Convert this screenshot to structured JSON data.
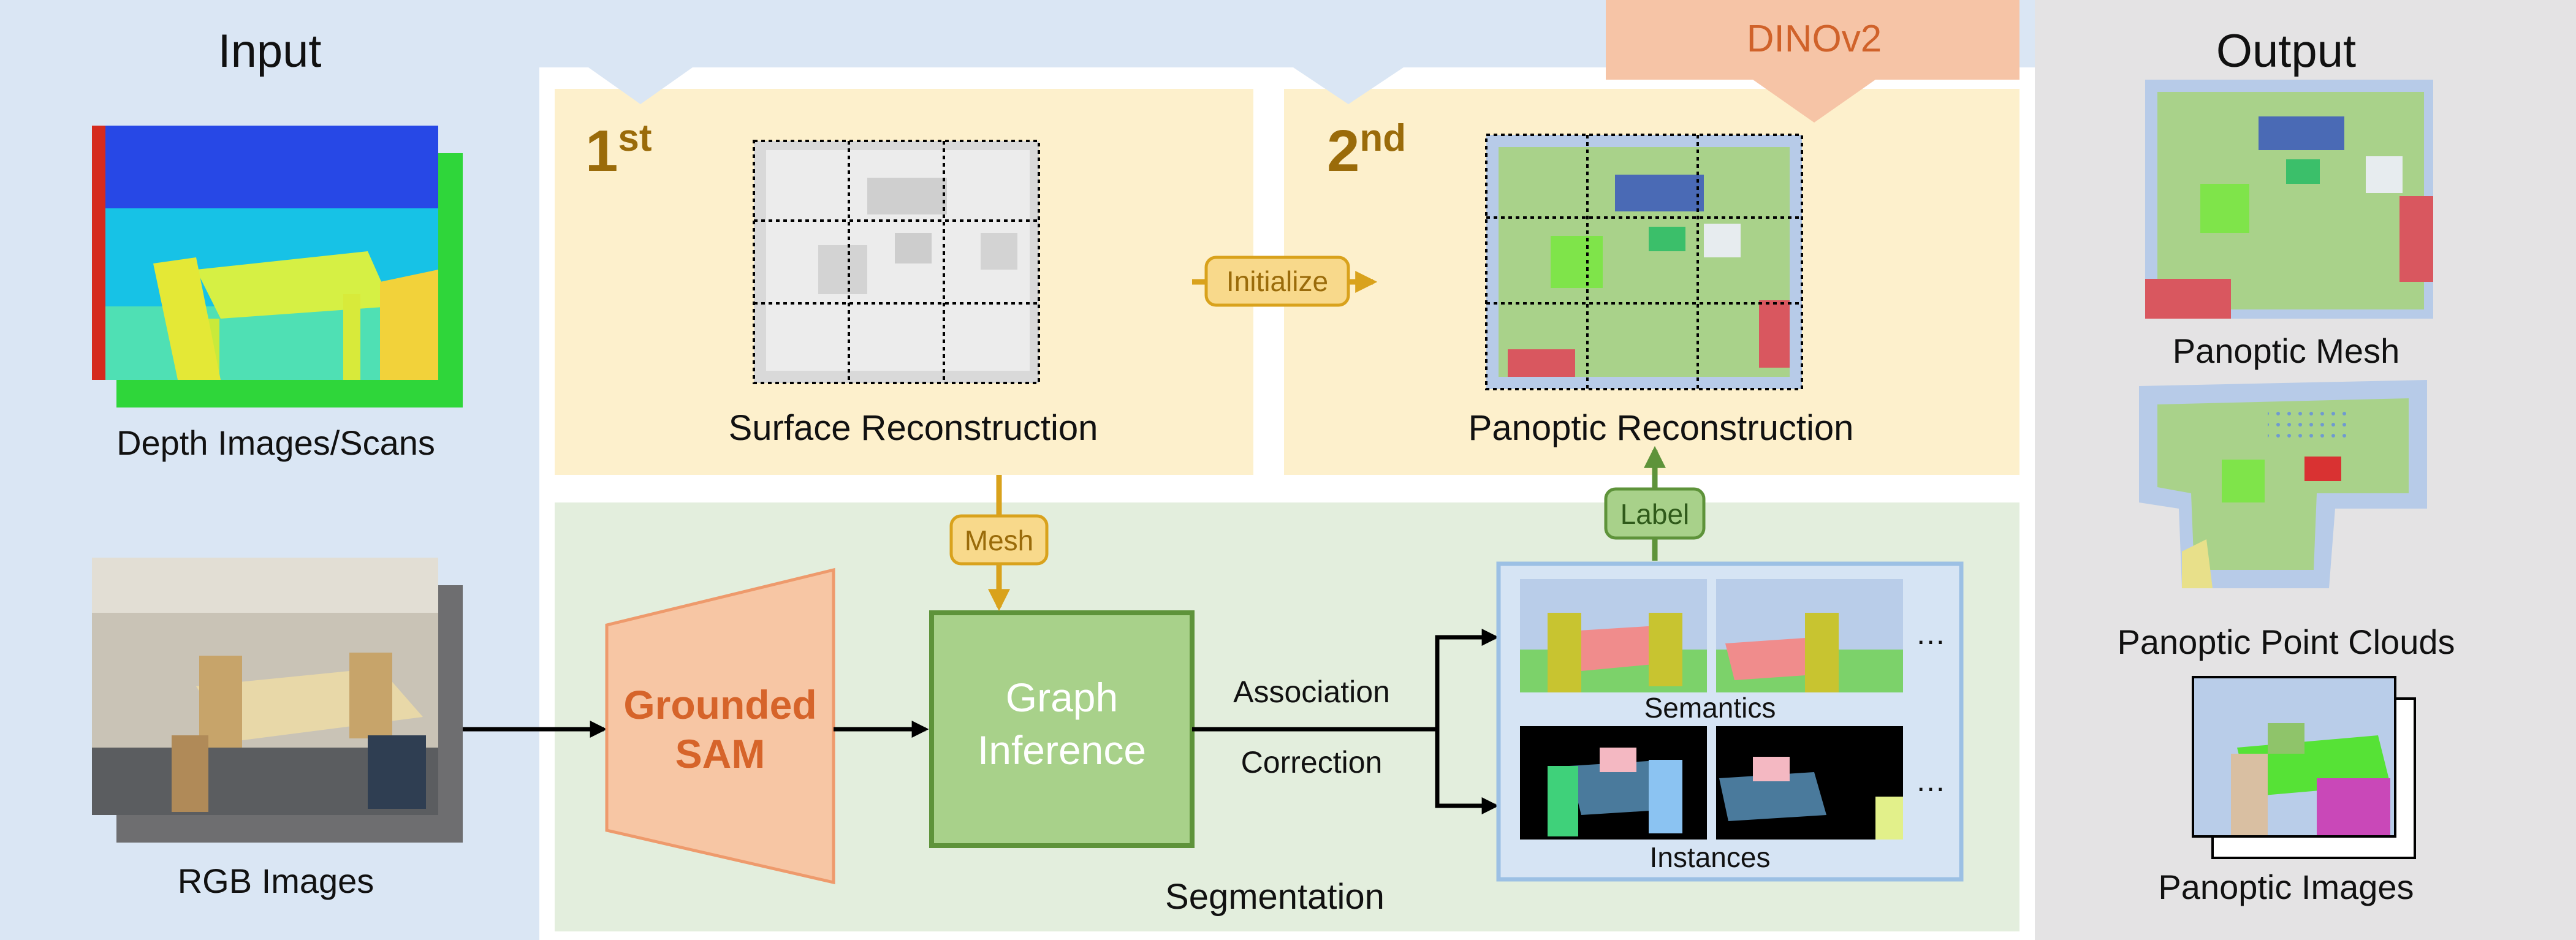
{
  "input": {
    "title": "Input",
    "depth_label": "Depth Images/Scans",
    "rgb_label": "RGB Images"
  },
  "output": {
    "title": "Output",
    "mesh_label": "Panoptic Mesh",
    "pointcloud_label": "Panoptic Point Clouds",
    "images_label": "Panoptic Images"
  },
  "stage1": {
    "ordinal_num": "1",
    "ordinal_suffix": "st",
    "caption": "Surface Reconstruction"
  },
  "stage2": {
    "ordinal_num": "2",
    "ordinal_suffix": "nd",
    "caption": "Panoptic Reconstruction"
  },
  "dino_label": "DINOv2",
  "initialize_label": "Initialize",
  "mesh_tag": "Mesh",
  "label_tag": "Label",
  "segmentation": {
    "title": "Segmentation",
    "grounded_sam": [
      "Grounded",
      "SAM"
    ],
    "graph_inference": [
      "Graph",
      "Inference"
    ],
    "association": "Association",
    "correction": "Correction",
    "semantics": "Semantics",
    "instances": "Instances",
    "ellipsis": "…"
  },
  "colors": {
    "input_bg": "#dae6f4",
    "output_bg": "#e4e3e4",
    "stage_bg": "#fdf0cc",
    "seg_bg": "#e3eedd",
    "dino": "#f6c4a6",
    "dino_text": "#d0622a",
    "sam_fill": "#f7c6a4",
    "sam_border": "#ee9a6c",
    "sam_text": "#d6642a",
    "graph_fill": "#a8d18a",
    "graph_border": "#5e933a",
    "gold": "#d9a21c",
    "gold_fill": "#f8d98b",
    "gold_text": "#9a6b0a",
    "label_fill": "#a8d18a",
    "label_border": "#5e933a",
    "results_bg": "#d6e4f4",
    "results_border": "#9cc0e4",
    "ordinal": "#9a6b0a"
  }
}
